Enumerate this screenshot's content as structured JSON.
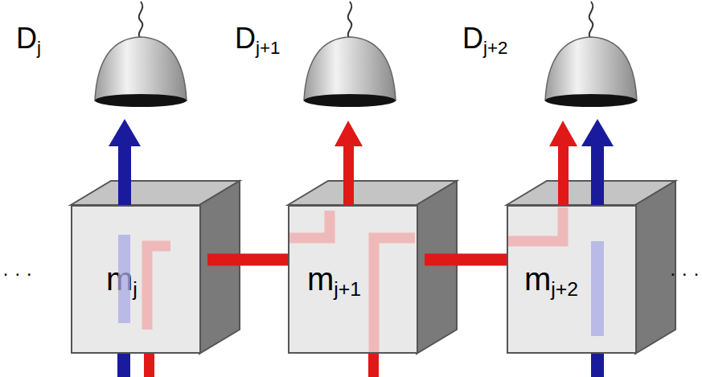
{
  "diagram": {
    "nodes": [
      {
        "text": [
          "mj"
        ]
      },
      {
        "text": [
          "mj+1"
        ]
      },
      {
        "text": [
          "mj+2"
        ]
      }
    ],
    "edges": [
      {
        "from": 0,
        "to": 1,
        "arrow": "none"
      },
      {
        "from": 1,
        "to": 2,
        "arrow": "none"
      }
    ],
    "labels": [
      "Dj",
      "Dj+1",
      "Dj+2",
      "· · ·",
      "· · ·"
    ]
  }
}
